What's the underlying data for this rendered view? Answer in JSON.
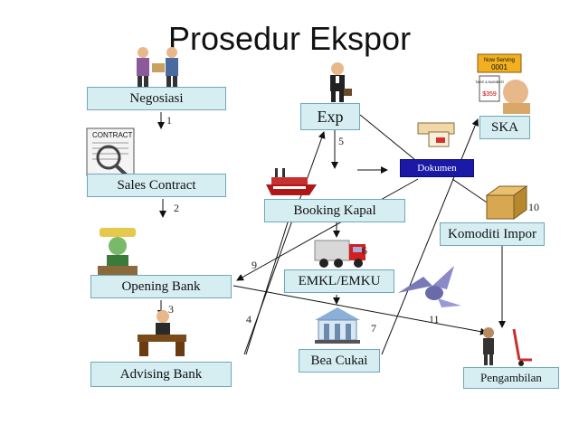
{
  "title": "Prosedur Ekspor",
  "nodes": {
    "negosiasi": "Negosiasi",
    "sales_contract": "Sales Contract",
    "opening_bank": "Opening Bank",
    "advising_bank": "Advising Bank",
    "exp": "Exp",
    "booking_kapal": "Booking Kapal",
    "emkl": "EMKL/EMKU",
    "bea_cukai": "Bea Cukai",
    "dokumen": "Dokumen",
    "ska": "SKA",
    "komoditi_impor": "Komoditi Impor",
    "pengambilan": "Pengambilan"
  },
  "step_numbers": {
    "s1": "1",
    "s2": "2",
    "s3": "3",
    "s4": "4",
    "s5": "5",
    "s6": "6",
    "s7": "7",
    "s9": "9",
    "s10": "10",
    "s11": "11"
  },
  "sign": {
    "top": "Now Serving",
    "num": "0001",
    "take": "TAKE A NUMBER",
    "price": "$359"
  },
  "contract_label": "CONTRACT",
  "colors": {
    "box_fill": "#d6eef2",
    "box_border": "#6fa8b8",
    "dokumen_fill": "#1a1aa6"
  }
}
